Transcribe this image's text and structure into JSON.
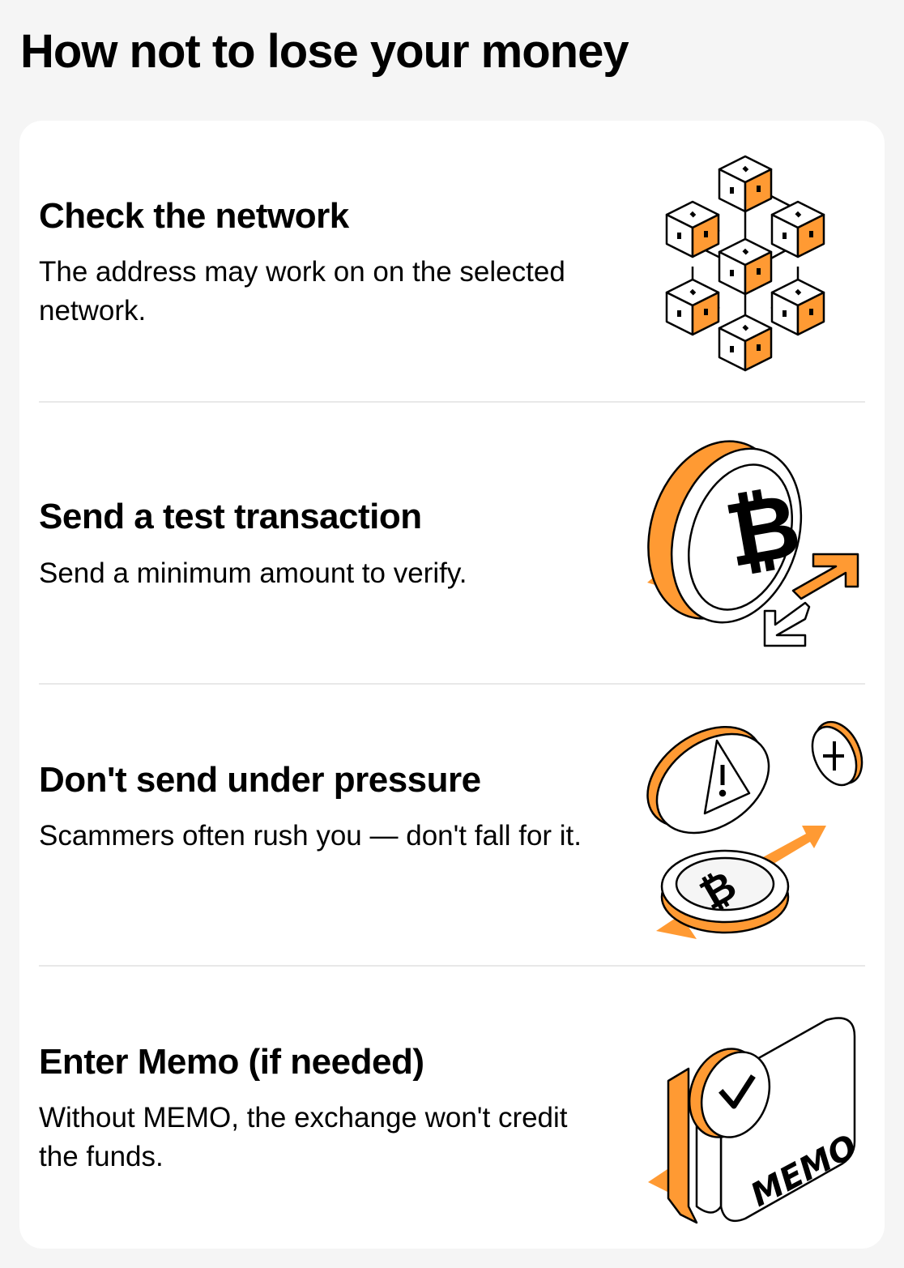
{
  "page": {
    "title": "How not to lose your money"
  },
  "colors": {
    "accent": "#ff9a33",
    "background": "#f5f5f5",
    "card": "#ffffff",
    "divider": "#e8e8e8",
    "text": "#000000"
  },
  "sections": [
    {
      "title": "Check the network",
      "description": "The address may work on on the selected network.",
      "icon": "blockchain-network-icon"
    },
    {
      "title": "Send a test transaction",
      "description": "Send a minimum amount to verify.",
      "icon": "bitcoin-transfer-icon"
    },
    {
      "title": "Don't send under pressure",
      "description": "Scammers often rush you — don't fall for it.",
      "icon": "warning-bitcoin-icon"
    },
    {
      "title": "Enter Memo (if needed)",
      "description": "Without MEMO, the exchange won't credit the funds.",
      "icon": "memo-check-icon",
      "icon_label": "MEMO"
    }
  ]
}
